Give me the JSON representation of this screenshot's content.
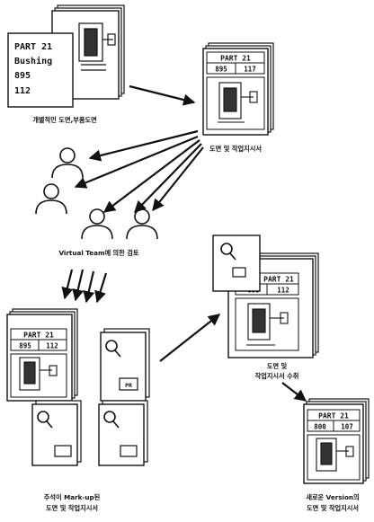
{
  "title_card": {
    "line1": "PART 21",
    "line2": "Bushing",
    "line3": "895",
    "line4": "112"
  },
  "docs": {
    "top_right": {
      "part": "PART 21",
      "num_a": "895",
      "num_b": "117"
    },
    "middle": {
      "part": "PART 21",
      "num_a": "895",
      "num_b": "112"
    },
    "left_stack": {
      "part": "PART 21",
      "num_a": "895",
      "num_b": "112"
    },
    "final": {
      "part": "PART 21",
      "num_a": "800",
      "num_b": "107"
    }
  },
  "markup_tag": "PR",
  "captions": {
    "individual_drawing": "개별적인 도면,부품도면",
    "drawing_and_work_instructions": "도면 및 작업지시서",
    "virtual_team_review": "Virtual Team에 의한 검토",
    "reviewed_markup_line1": "주석이 Mark-up된",
    "reviewed_markup_line2": "도면 및 작업지시서",
    "revised_received_line1": "도면 및",
    "revised_received_line2": "작업지시서 수취",
    "new_version_line1": "새로운 Version의",
    "new_version_line2": "도면 및 작업지시서"
  }
}
